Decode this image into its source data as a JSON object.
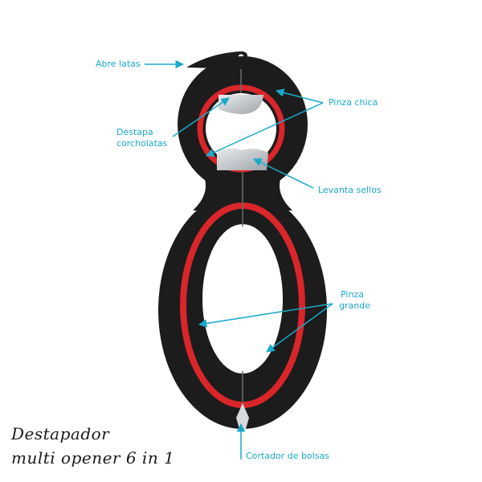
{
  "labels": {
    "can_opener": "Abre latas",
    "bottle_opener_line1": "Destapa",
    "bottle_opener_line2": "corcholatas",
    "small_grip": "Pinza chica",
    "seal_lifter": "Levanta sellos",
    "large_grip_line1": "Pinza",
    "large_grip_line2": "grande",
    "bag_cutter": "Cortador de bolsas"
  },
  "caption": {
    "line1": "Destapador",
    "line2": "multi opener 6 in 1"
  },
  "colors": {
    "label": "#1aa9c9",
    "body": "#1c1c1c",
    "accent": "#d9262b",
    "metal": "#c9ccd0"
  }
}
